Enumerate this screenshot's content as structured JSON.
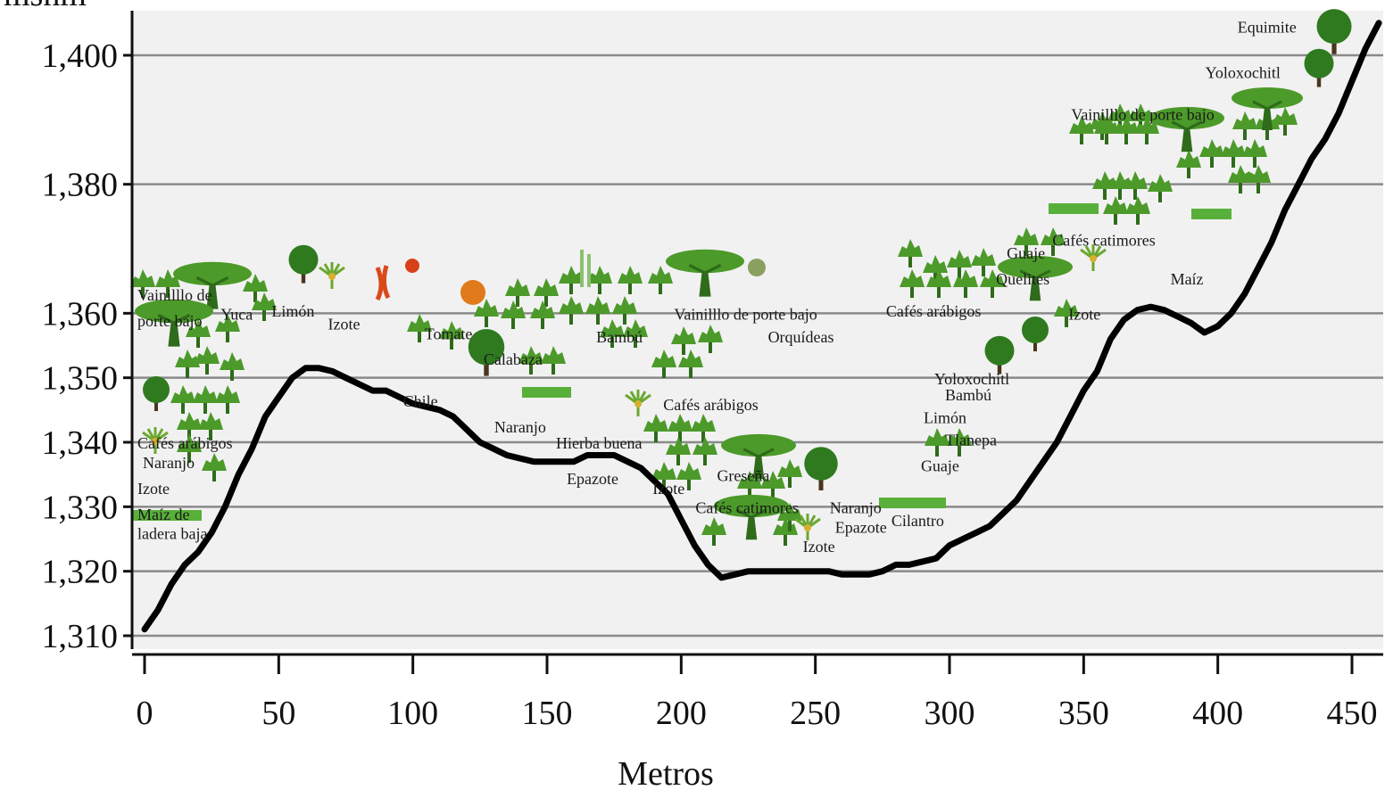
{
  "chart_data": {
    "type": "line",
    "xlabel": "Metros",
    "ylabel": "msnm",
    "xlim": [
      0,
      460
    ],
    "ylim": [
      1310,
      1410
    ],
    "x_ticks": [
      "0",
      "50",
      "100",
      "150",
      "200",
      "250",
      "300",
      "350",
      "400",
      "450"
    ],
    "y_ticks": [
      "1,310",
      "1,320",
      "1,330",
      "1,340",
      "1,350",
      "1,360",
      "1,380",
      "1,400"
    ],
    "grid": true,
    "series": [
      {
        "points": [
          [
            0,
            1311
          ],
          [
            5,
            1314
          ],
          [
            10,
            1318
          ],
          [
            15,
            1321
          ],
          [
            20,
            1323
          ],
          [
            25,
            1326
          ],
          [
            30,
            1330
          ],
          [
            35,
            1335
          ],
          [
            40,
            1339
          ],
          [
            45,
            1344
          ],
          [
            50,
            1347
          ],
          [
            55,
            1350
          ],
          [
            60,
            1351.5
          ],
          [
            65,
            1351.5
          ],
          [
            70,
            1351
          ],
          [
            75,
            1350
          ],
          [
            80,
            1349
          ],
          [
            85,
            1348
          ],
          [
            90,
            1348
          ],
          [
            95,
            1347
          ],
          [
            100,
            1346
          ],
          [
            105,
            1345.5
          ],
          [
            110,
            1345
          ],
          [
            115,
            1344
          ],
          [
            120,
            1342
          ],
          [
            125,
            1340
          ],
          [
            130,
            1339
          ],
          [
            135,
            1338
          ],
          [
            140,
            1337.5
          ],
          [
            145,
            1337
          ],
          [
            150,
            1337
          ],
          [
            155,
            1337
          ],
          [
            160,
            1337
          ],
          [
            165,
            1338
          ],
          [
            170,
            1338
          ],
          [
            175,
            1338
          ],
          [
            180,
            1337
          ],
          [
            185,
            1336
          ],
          [
            190,
            1334
          ],
          [
            195,
            1332
          ],
          [
            200,
            1328
          ],
          [
            205,
            1324
          ],
          [
            210,
            1321
          ],
          [
            215,
            1319
          ],
          [
            220,
            1319.5
          ],
          [
            225,
            1320
          ],
          [
            230,
            1320
          ],
          [
            235,
            1320
          ],
          [
            240,
            1320
          ],
          [
            245,
            1320
          ],
          [
            250,
            1320
          ],
          [
            255,
            1320
          ],
          [
            260,
            1319.5
          ],
          [
            265,
            1319.5
          ],
          [
            270,
            1319.5
          ],
          [
            275,
            1320
          ],
          [
            280,
            1321
          ],
          [
            285,
            1321
          ],
          [
            290,
            1321.5
          ],
          [
            295,
            1322
          ],
          [
            300,
            1324
          ],
          [
            305,
            1325
          ],
          [
            310,
            1326
          ],
          [
            315,
            1327
          ],
          [
            320,
            1329
          ],
          [
            325,
            1331
          ],
          [
            330,
            1334
          ],
          [
            335,
            1337
          ],
          [
            340,
            1340
          ],
          [
            345,
            1344
          ],
          [
            350,
            1348
          ],
          [
            355,
            1351
          ],
          [
            360,
            1356
          ],
          [
            365,
            1359
          ],
          [
            370,
            1360.5
          ],
          [
            375,
            1361
          ],
          [
            380,
            1360.5
          ],
          [
            385,
            1359.5
          ],
          [
            390,
            1358.5
          ],
          [
            395,
            1357
          ],
          [
            400,
            1358
          ],
          [
            405,
            1360
          ],
          [
            410,
            1363
          ],
          [
            415,
            1367
          ],
          [
            420,
            1371
          ],
          [
            425,
            1376
          ],
          [
            430,
            1380
          ],
          [
            435,
            1384
          ],
          [
            440,
            1387
          ],
          [
            445,
            1391
          ],
          [
            450,
            1396
          ],
          [
            455,
            1401
          ],
          [
            460,
            1405
          ]
        ]
      }
    ],
    "annotations": [
      {
        "text": "Vainilllo de",
        "x": 0,
        "y": 1362
      },
      {
        "text": "porte bajo",
        "x": 0,
        "y": 1358
      },
      {
        "text": "Yuca",
        "x": 31,
        "y": 1359
      },
      {
        "text": "Limón",
        "x": 50,
        "y": 1359.5
      },
      {
        "text": "Izote",
        "x": 71,
        "y": 1357.5
      },
      {
        "text": "Tomate",
        "x": 107,
        "y": 1356
      },
      {
        "text": "Calabaza",
        "x": 129,
        "y": 1352
      },
      {
        "text": "Bambú",
        "x": 171,
        "y": 1355.5
      },
      {
        "text": "Vainilllo de porte bajo",
        "x": 200,
        "y": 1359
      },
      {
        "text": "Orquídeas",
        "x": 235,
        "y": 1355.5
      },
      {
        "text": "Chile",
        "x": 99,
        "y": 1345.5
      },
      {
        "text": "Cafés arábigos",
        "x": 196,
        "y": 1345
      },
      {
        "text": "Naranjo",
        "x": 133,
        "y": 1341.5
      },
      {
        "text": "Hierba buena",
        "x": 156,
        "y": 1339
      },
      {
        "text": "Epazote",
        "x": 160,
        "y": 1333.5
      },
      {
        "text": "Greseña",
        "x": 216,
        "y": 1334
      },
      {
        "text": "Izote",
        "x": 192,
        "y": 1332
      },
      {
        "text": "Cafés catimores",
        "x": 208,
        "y": 1329
      },
      {
        "text": "Cafés arábigos",
        "x": 0,
        "y": 1339
      },
      {
        "text": "Naranjo",
        "x": 2,
        "y": 1336
      },
      {
        "text": "Izote",
        "x": 0,
        "y": 1332
      },
      {
        "text": "Maíz de",
        "x": 0,
        "y": 1328
      },
      {
        "text": "ladera baja",
        "x": 0,
        "y": 1325
      },
      {
        "text": "Naranjo",
        "x": 258,
        "y": 1329
      },
      {
        "text": "Epazote",
        "x": 260,
        "y": 1326
      },
      {
        "text": "Cilantro",
        "x": 281,
        "y": 1327
      },
      {
        "text": "Izote",
        "x": 248,
        "y": 1323
      },
      {
        "text": "Cafés arábigos",
        "x": 279,
        "y": 1359.5
      },
      {
        "text": "Izote",
        "x": 347,
        "y": 1359
      },
      {
        "text": "Yoloxochitl",
        "x": 297,
        "y": 1349
      },
      {
        "text": "Bambú",
        "x": 301,
        "y": 1346.5
      },
      {
        "text": "Limón",
        "x": 293,
        "y": 1343
      },
      {
        "text": "Tlanepa",
        "x": 301,
        "y": 1339.5
      },
      {
        "text": "Guaje",
        "x": 292,
        "y": 1335.5
      },
      {
        "text": "Guaje",
        "x": 324,
        "y": 1368.5
      },
      {
        "text": "Quelites",
        "x": 320,
        "y": 1364.5
      },
      {
        "text": "Cafés catimores",
        "x": 341,
        "y": 1370.5
      },
      {
        "text": "Maíz",
        "x": 385,
        "y": 1364.5
      },
      {
        "text": "Vainilllo de porte bajo",
        "x": 348,
        "y": 1390
      },
      {
        "text": "Yoloxochitl",
        "x": 398,
        "y": 1396.5
      },
      {
        "text": "Equimite",
        "x": 410,
        "y": 1403.5
      }
    ]
  },
  "colors": {
    "plot_background": "#f1f1f1",
    "grid": "#8a8a8a",
    "profile_line": "#000000",
    "vegetation": "#4c9a2a",
    "vegetation_dark": "#2e6b1a"
  }
}
